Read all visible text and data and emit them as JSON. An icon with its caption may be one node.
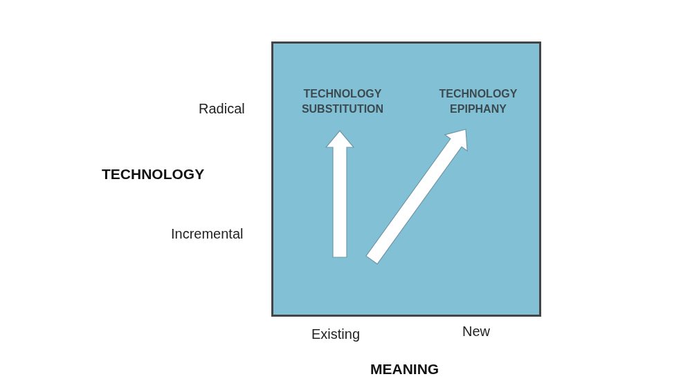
{
  "diagram": {
    "nodes": [
      {
        "text": [],
        "shape": "box"
      },
      {
        "text": [
          "TECHNOLOGY SUBSTITUTION"
        ],
        "in": 0
      },
      {
        "text": [
          "TECHNOLOGY EPIPHANY"
        ],
        "in": 0
      }
    ],
    "edges": [
      {
        "from": null,
        "to": 1,
        "arrow": "to",
        "style": "thick"
      },
      {
        "from": null,
        "to": 2,
        "arrow": "to",
        "style": "thick"
      }
    ],
    "labels": [
      "Radical",
      "TECHNOLOGY",
      "Incremental",
      "Existing",
      "New",
      "MEANING"
    ]
  }
}
